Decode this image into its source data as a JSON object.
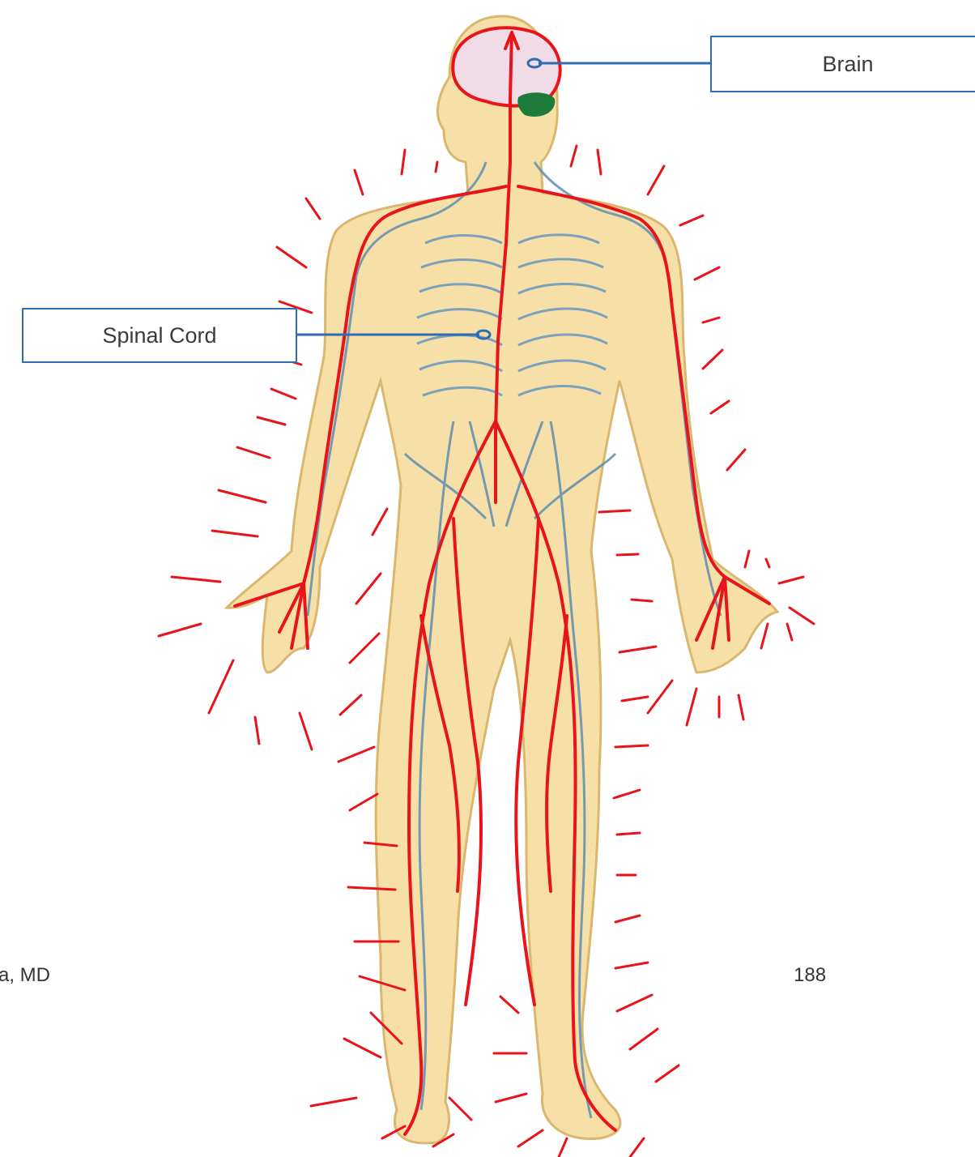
{
  "labels": {
    "brain": "Brain",
    "spinal_cord": "Spinal Cord"
  },
  "footer": {
    "author": "a, MD",
    "page_number": "188"
  },
  "colors": {
    "skin": "#f7dfa8",
    "skin_outline": "#d9b76e",
    "nerve": "#e8141b",
    "vessel": "#5f8fb0",
    "brain": "#f0dbe6",
    "cerebellum": "#1d7b3a",
    "callout": "#2f6db3"
  }
}
